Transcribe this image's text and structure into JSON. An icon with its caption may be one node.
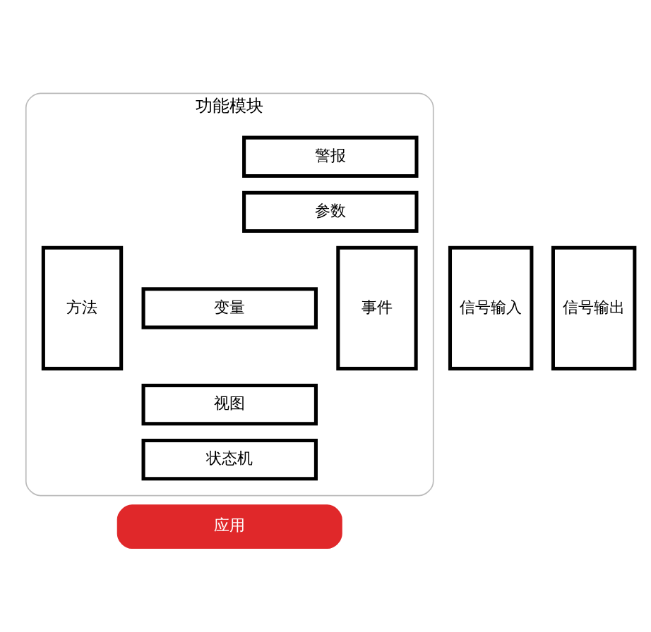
{
  "diagram": {
    "nodes": [
      {
        "text": [
          "功能模块"
        ]
      },
      {
        "text": [
          "信号输入"
        ]
      },
      {
        "text": [
          "方法"
        ],
        "in": 0
      },
      {
        "text": [
          "警报"
        ],
        "in": 0
      },
      {
        "text": [
          "参数"
        ],
        "in": 0
      },
      {
        "text": [
          "变量"
        ],
        "in": 0
      },
      {
        "text": [
          "视图"
        ],
        "in": 0
      },
      {
        "text": [
          "状态机"
        ],
        "in": 0
      },
      {
        "text": [
          "事件"
        ],
        "in": 0
      },
      {
        "text": [
          "信号输出"
        ]
      },
      {
        "text": [
          "应用"
        ]
      }
    ]
  }
}
